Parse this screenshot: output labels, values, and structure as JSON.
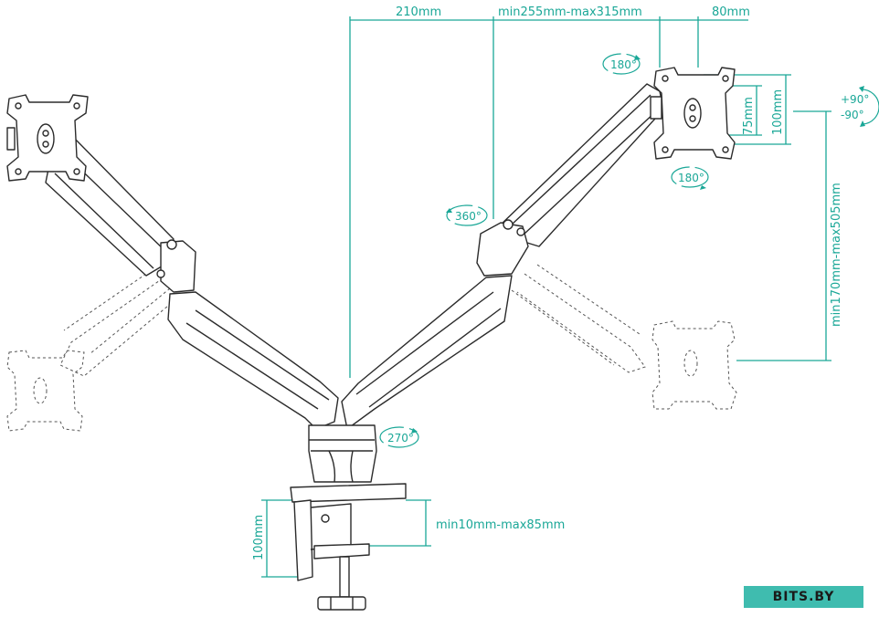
{
  "colors": {
    "accent": "#1aa797",
    "line": "#2b2b2b",
    "dashed": "#555555"
  },
  "dimensions": {
    "arm_reach": "210mm",
    "arm_span": "min255mm-max315mm",
    "vesa_offset": "80mm",
    "vesa_75": "75mm",
    "vesa_100": "100mm",
    "height_range": "min170mm-max505mm",
    "clamp_height": "100mm",
    "desk_thickness": "min10mm-max85mm"
  },
  "rotations": {
    "head_top": "180°",
    "head_bottom": "180°",
    "tilt_up": "+90°",
    "tilt_down": "-90°",
    "arm_swivel": "360°",
    "base_swivel": "270°"
  },
  "logo": {
    "text": "BITS.BY"
  }
}
